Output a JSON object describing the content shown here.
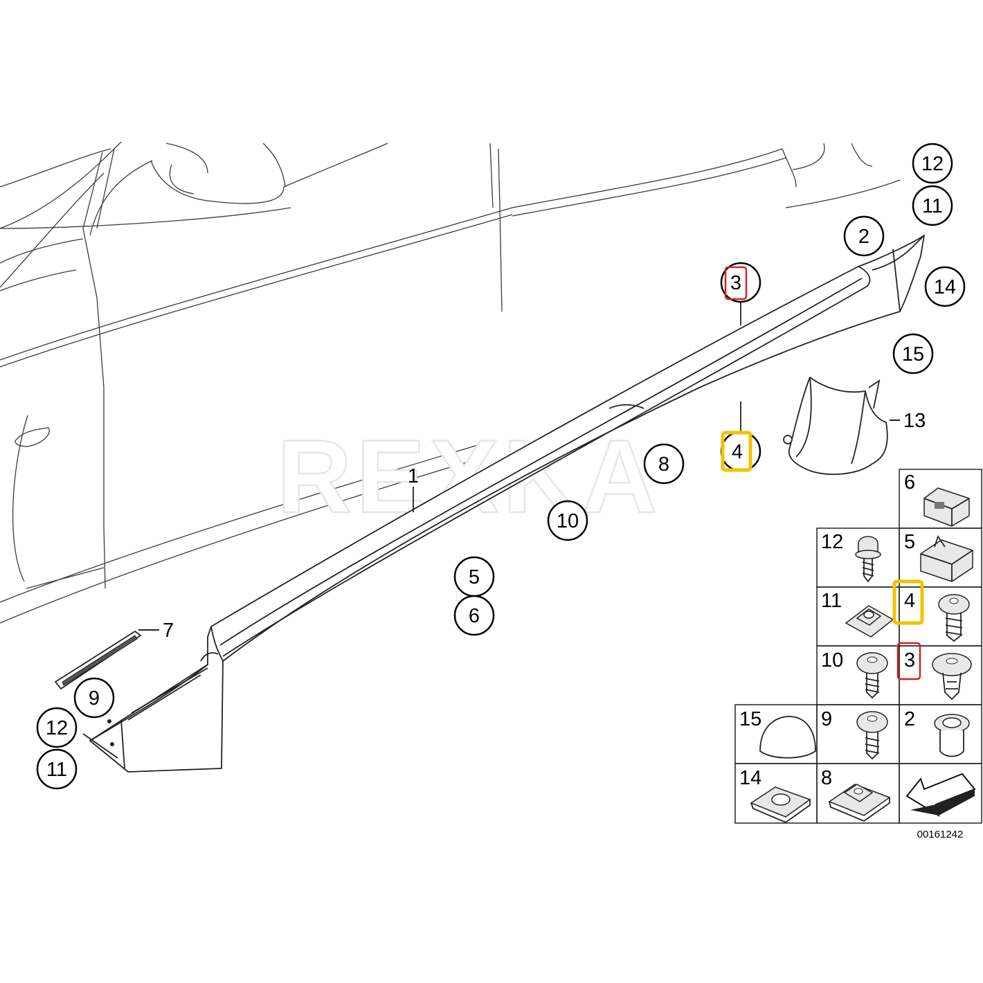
{
  "watermark": "REXKA",
  "doc_number": "00161242",
  "callouts": {
    "c12_top": "12",
    "c11_top": "11",
    "c2": "2",
    "c3": "3",
    "c14": "14",
    "c15": "15",
    "c13": "13",
    "c4": "4",
    "c8": "8",
    "c1": "1",
    "c10": "10",
    "c5": "5",
    "c6": "6",
    "c7": "7",
    "c9": "9",
    "c12_left": "12",
    "c11_left": "11"
  },
  "grid_cells": {
    "r1c3": "6",
    "r2c2": "12",
    "r2c3": "5",
    "r3c2": "11",
    "r3c3": "4",
    "r4c2": "10",
    "r4c3": "3",
    "r5c1": "15",
    "r5c2": "9",
    "r5c3": "2",
    "r6c1": "14",
    "r6c2": "8"
  },
  "highlight_colors": {
    "red": "#d42020",
    "yellow": "#f2c200"
  }
}
